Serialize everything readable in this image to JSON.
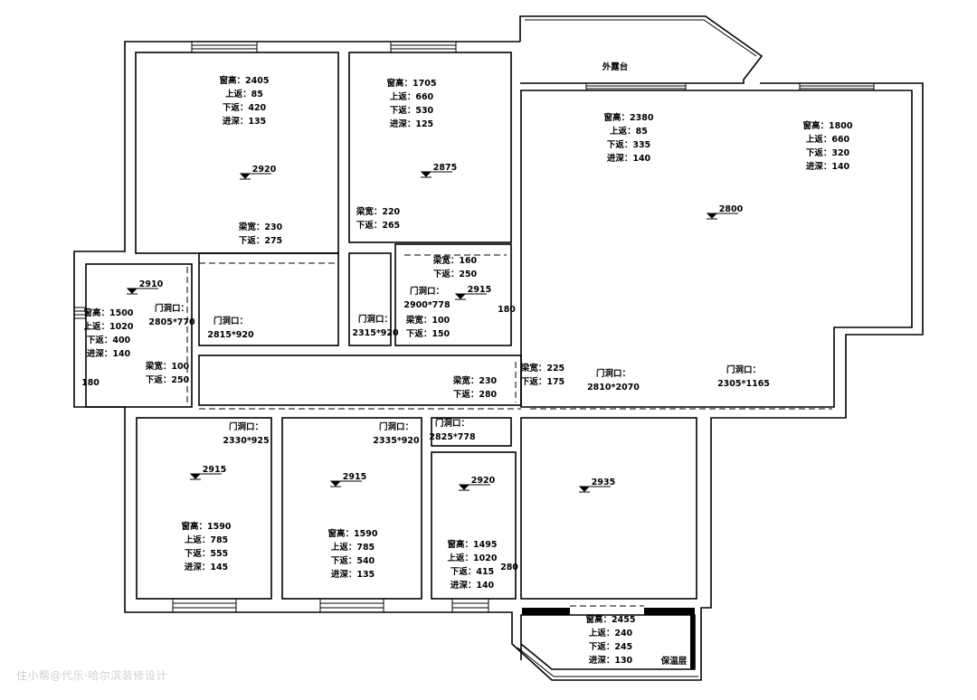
{
  "title": "Floor plan with ceiling heights and openings",
  "watermark": "住小帮@代乐·哈尔滨装修设计",
  "top_balcony": {
    "label": "外露台"
  },
  "bottom_balcony": {
    "window": [
      "窗高：2455",
      "上返：240",
      "下返：245",
      "进深：130"
    ],
    "note": "保温层"
  },
  "bedroom_nw": {
    "window": [
      "窗高：2405",
      "上返：85",
      "下返：420",
      "进深：135"
    ],
    "elevation": "2920",
    "beam": [
      "梁宽：230",
      "下返：275"
    ]
  },
  "bedroom_n": {
    "window": [
      "窗高：1705",
      "上返：660",
      "下返：530",
      "进深：125"
    ],
    "elevation": "2875",
    "beam": [
      "梁宽：220",
      "下返：265"
    ]
  },
  "bath_n": {
    "beam": [
      "梁宽：160",
      "下返：250"
    ],
    "door": [
      "门洞口：",
      "2900*778"
    ],
    "elevation": "2915",
    "beam2": [
      "梁宽：100",
      "下返：150"
    ],
    "dim": "180"
  },
  "living": {
    "window_a": [
      "窗高：2380",
      "上返：85",
      "下返：335",
      "进深：140"
    ],
    "window_b": [
      "窗高：1800",
      "上返：660",
      "下返：320",
      "进深：140"
    ],
    "elevation": "2800",
    "beam": [
      "梁宽：225",
      "下返：175"
    ],
    "door_a": [
      "门洞口：",
      "2810*2070"
    ],
    "door_b": [
      "门洞口：",
      "2305*1165"
    ]
  },
  "room_w": {
    "elevation": "2910",
    "window": [
      "窗高：1500",
      "上返：1020",
      "下返：400",
      "进深：140"
    ],
    "door": [
      "门洞口：",
      "2805*770"
    ],
    "beam": [
      "梁宽：100",
      "下返：250"
    ],
    "dim": "180"
  },
  "hall": {
    "door_a": [
      "门洞口：",
      "2815*920"
    ],
    "door_b": [
      "门洞口：",
      "2315*920"
    ],
    "beam": [
      "梁宽：230",
      "下返：280"
    ]
  },
  "bedroom_s1": {
    "door": [
      "门洞口：",
      "2330*925"
    ],
    "elevation": "2915",
    "window": [
      "窗高：1590",
      "上返：785",
      "下返：555",
      "进深：145"
    ]
  },
  "bedroom_s2": {
    "door": [
      "门洞口：",
      "2335*920"
    ],
    "elevation": "2915",
    "window": [
      "窗高：1590",
      "上返：785",
      "下返：540",
      "进深：135"
    ]
  },
  "bath_s": {
    "door": [
      "门洞口：",
      "2825*778"
    ],
    "elevation": "2920",
    "window": [
      "窗高：1495",
      "上返：1020",
      "下返：415",
      "进深：140"
    ],
    "dim": "280"
  },
  "kitchen": {
    "elevation": "2935"
  }
}
